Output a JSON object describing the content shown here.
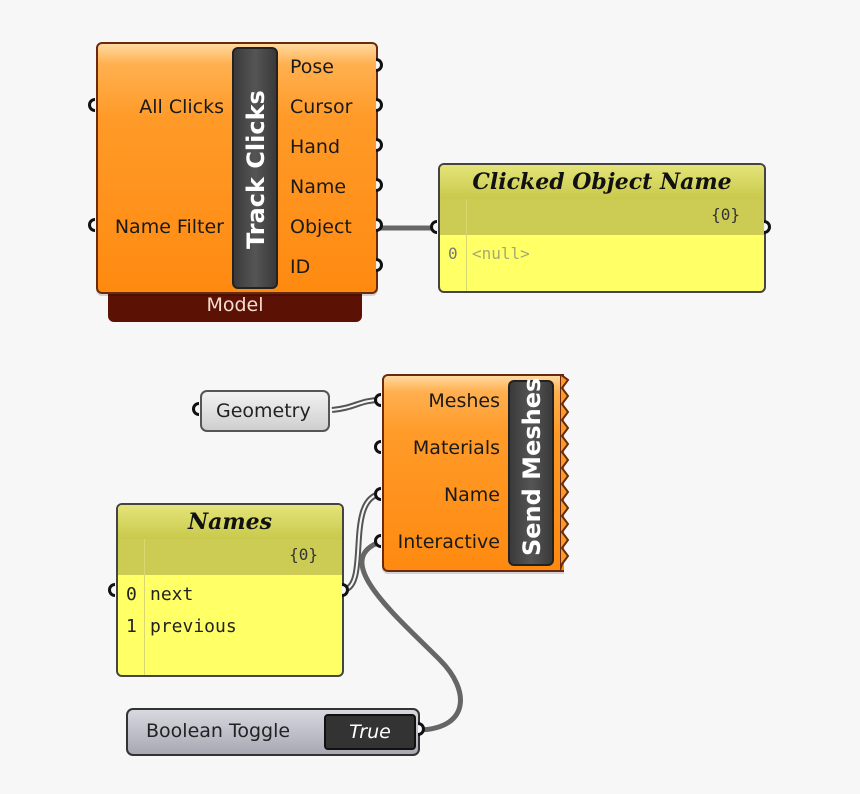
{
  "track_clicks": {
    "title": "Track Clicks",
    "inputs": [
      "All Clicks",
      "Name Filter"
    ],
    "outputs": [
      "Pose",
      "Cursor",
      "Hand",
      "Name",
      "Object",
      "ID"
    ],
    "footer": "Model"
  },
  "clicked_panel": {
    "title": "Clicked Object Name",
    "path": "{0}",
    "rows": [
      {
        "index": "0",
        "value": "<null>"
      }
    ]
  },
  "send_meshes": {
    "title": "Send Meshes",
    "inputs": [
      "Meshes",
      "Materials",
      "Name",
      "Interactive"
    ]
  },
  "geometry_param": {
    "label": "Geometry"
  },
  "names_panel": {
    "title": "Names",
    "path": "{0}",
    "rows": [
      {
        "index": "0",
        "value": "next"
      },
      {
        "index": "1",
        "value": "previous"
      }
    ]
  },
  "boolean_toggle": {
    "label": "Boolean Toggle",
    "value": "True"
  },
  "colors": {
    "component": "#ff9a28",
    "panel": "#ffff66",
    "wire": "#666666"
  }
}
